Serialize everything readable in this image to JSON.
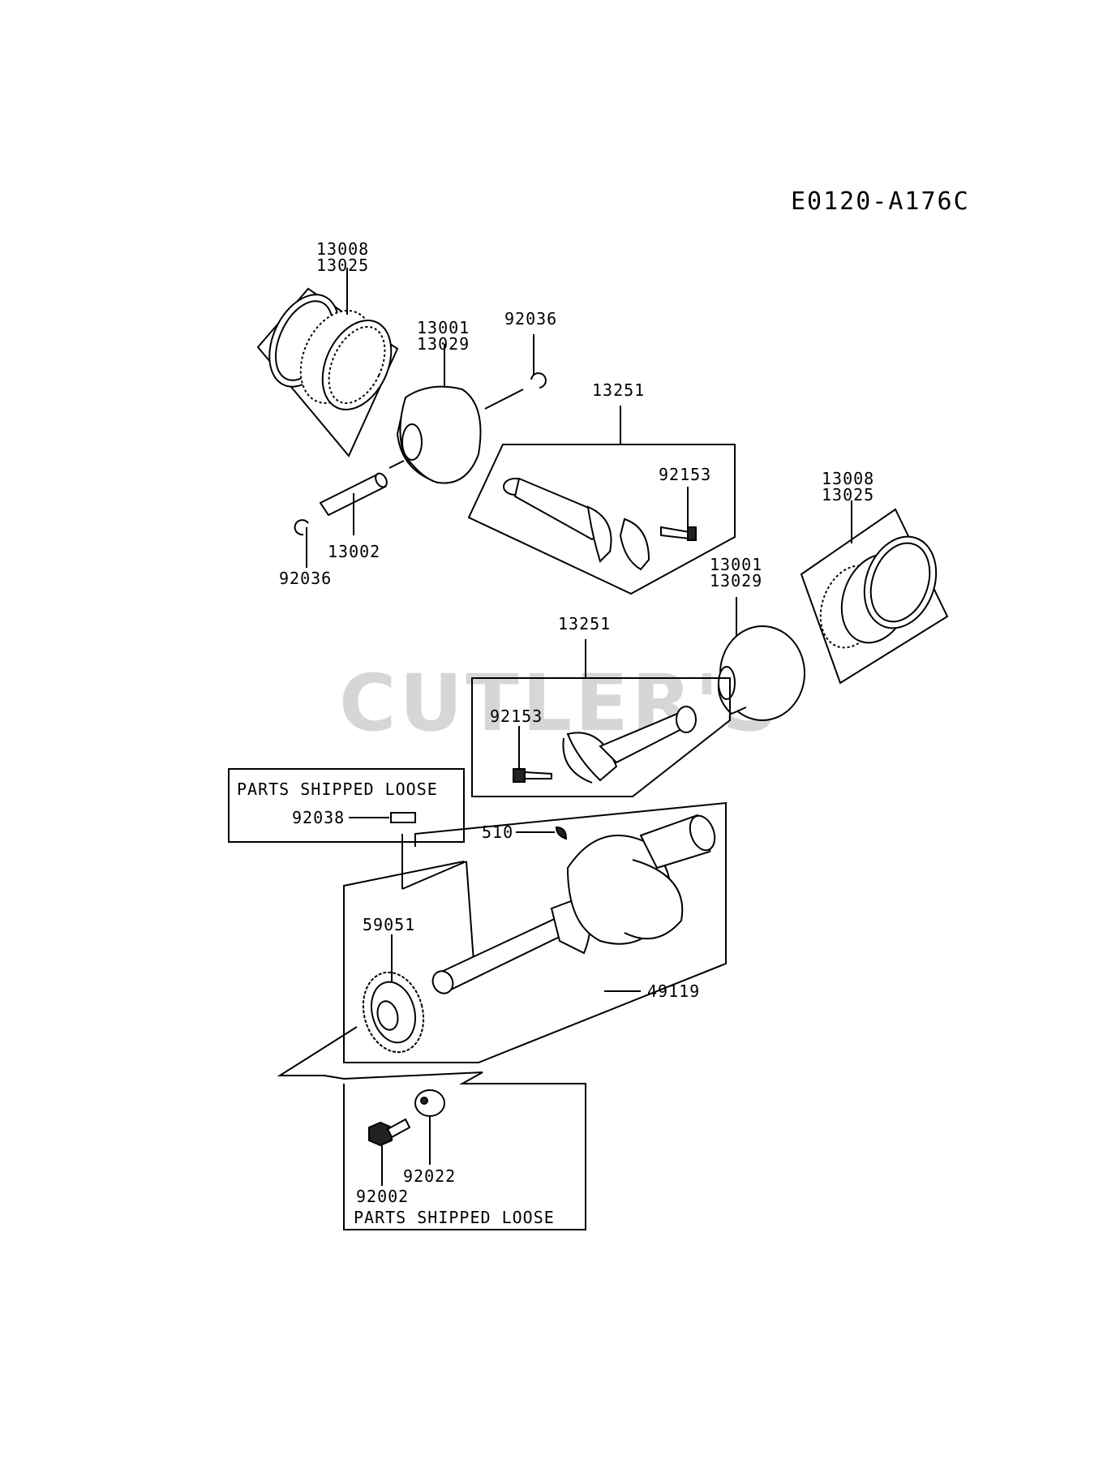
{
  "diagram_code": "E0120-A176C",
  "watermark": "CUTLER'S",
  "labels": {
    "rings_top": [
      "13008",
      "13025"
    ],
    "piston_top": [
      "13001",
      "13029"
    ],
    "clip_top_right": "92036",
    "clip_top_left": "92036",
    "pin": "13002",
    "rod_top": "13251",
    "rod_bolt_top": "92153",
    "rings_right": [
      "13008",
      "13025"
    ],
    "piston_right": [
      "13001",
      "13029"
    ],
    "rod_lower": "13251",
    "rod_bolt_lower": "92153",
    "parts_shipped_loose_1": "PARTS SHIPPED LOOSE",
    "key_92038": "92038",
    "key_510": "510",
    "gear": "59051",
    "crankshaft": "49119",
    "bolt": "92002",
    "washer": "92022",
    "parts_shipped_loose_2": "PARTS SHIPPED LOOSE"
  }
}
